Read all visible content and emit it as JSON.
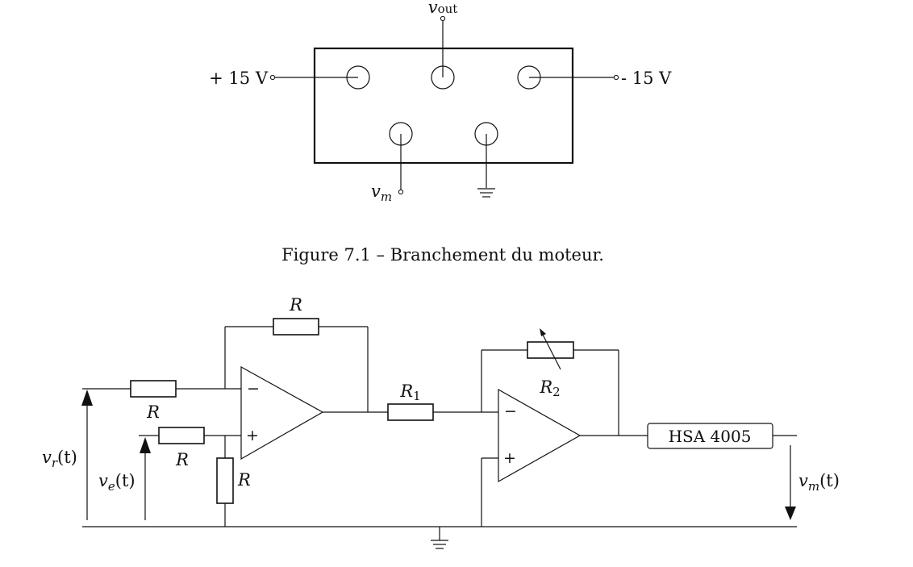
{
  "figure1": {
    "vout_label": "v",
    "vout_sub": "out",
    "plus_supply": "+ 15 V",
    "minus_supply": "- 15 V",
    "vm_label": "v",
    "vm_sub": "m",
    "caption": "Figure 7.1 – Branchement du moteur."
  },
  "figure2": {
    "r_feedback": "R",
    "r_input_top": "R",
    "r_input_bottom": "R",
    "r_ground": "R",
    "r1": "R",
    "r1_sub": "1",
    "r2": "R",
    "r2_sub": "2",
    "opamp_minus": "−",
    "opamp_plus": "+",
    "amplifier_box": "HSA 4005",
    "vr": "v",
    "vr_sub": "r",
    "vr_arg": "(t)",
    "ve": "v",
    "ve_sub": "e",
    "ve_arg": "(t)",
    "vm": "v",
    "vm_sub": "m",
    "vm_arg": "(t)"
  }
}
